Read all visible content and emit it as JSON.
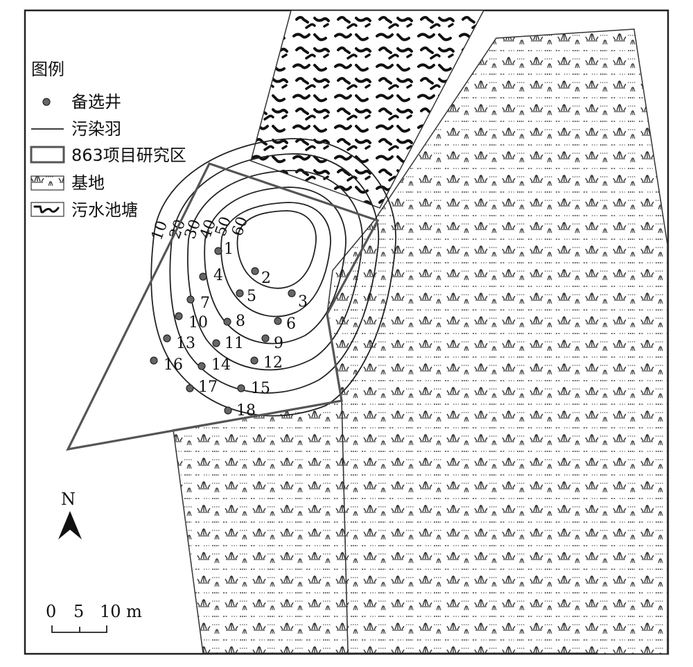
{
  "legend": {
    "title": "图例",
    "items": [
      {
        "key": "well",
        "label": "备选井",
        "icon": "well-dot-icon"
      },
      {
        "key": "plume",
        "label": "污染羽",
        "icon": "contour-line-icon"
      },
      {
        "key": "study_area",
        "label": "863项目研究区",
        "icon": "study-area-box-icon"
      },
      {
        "key": "base",
        "label": "基地",
        "icon": "base-pattern-icon"
      },
      {
        "key": "pond",
        "label": "污水池塘",
        "icon": "pond-pattern-icon"
      }
    ]
  },
  "contour_labels": [
    "10",
    "20",
    "30",
    "40",
    "50",
    "60"
  ],
  "wells": [
    "1",
    "2",
    "3",
    "4",
    "5",
    "6",
    "7",
    "8",
    "9",
    "10",
    "11",
    "12",
    "13",
    "14",
    "15",
    "16",
    "17",
    "18"
  ],
  "north_arrow": {
    "label": "N",
    "icon": "north-arrow-icon"
  },
  "scale_bar": {
    "ticks": [
      "0",
      "5",
      "10 m"
    ]
  },
  "colors": {
    "well": "#666666",
    "line": "#222222",
    "frame": "#222222",
    "study_area": "#555555"
  }
}
